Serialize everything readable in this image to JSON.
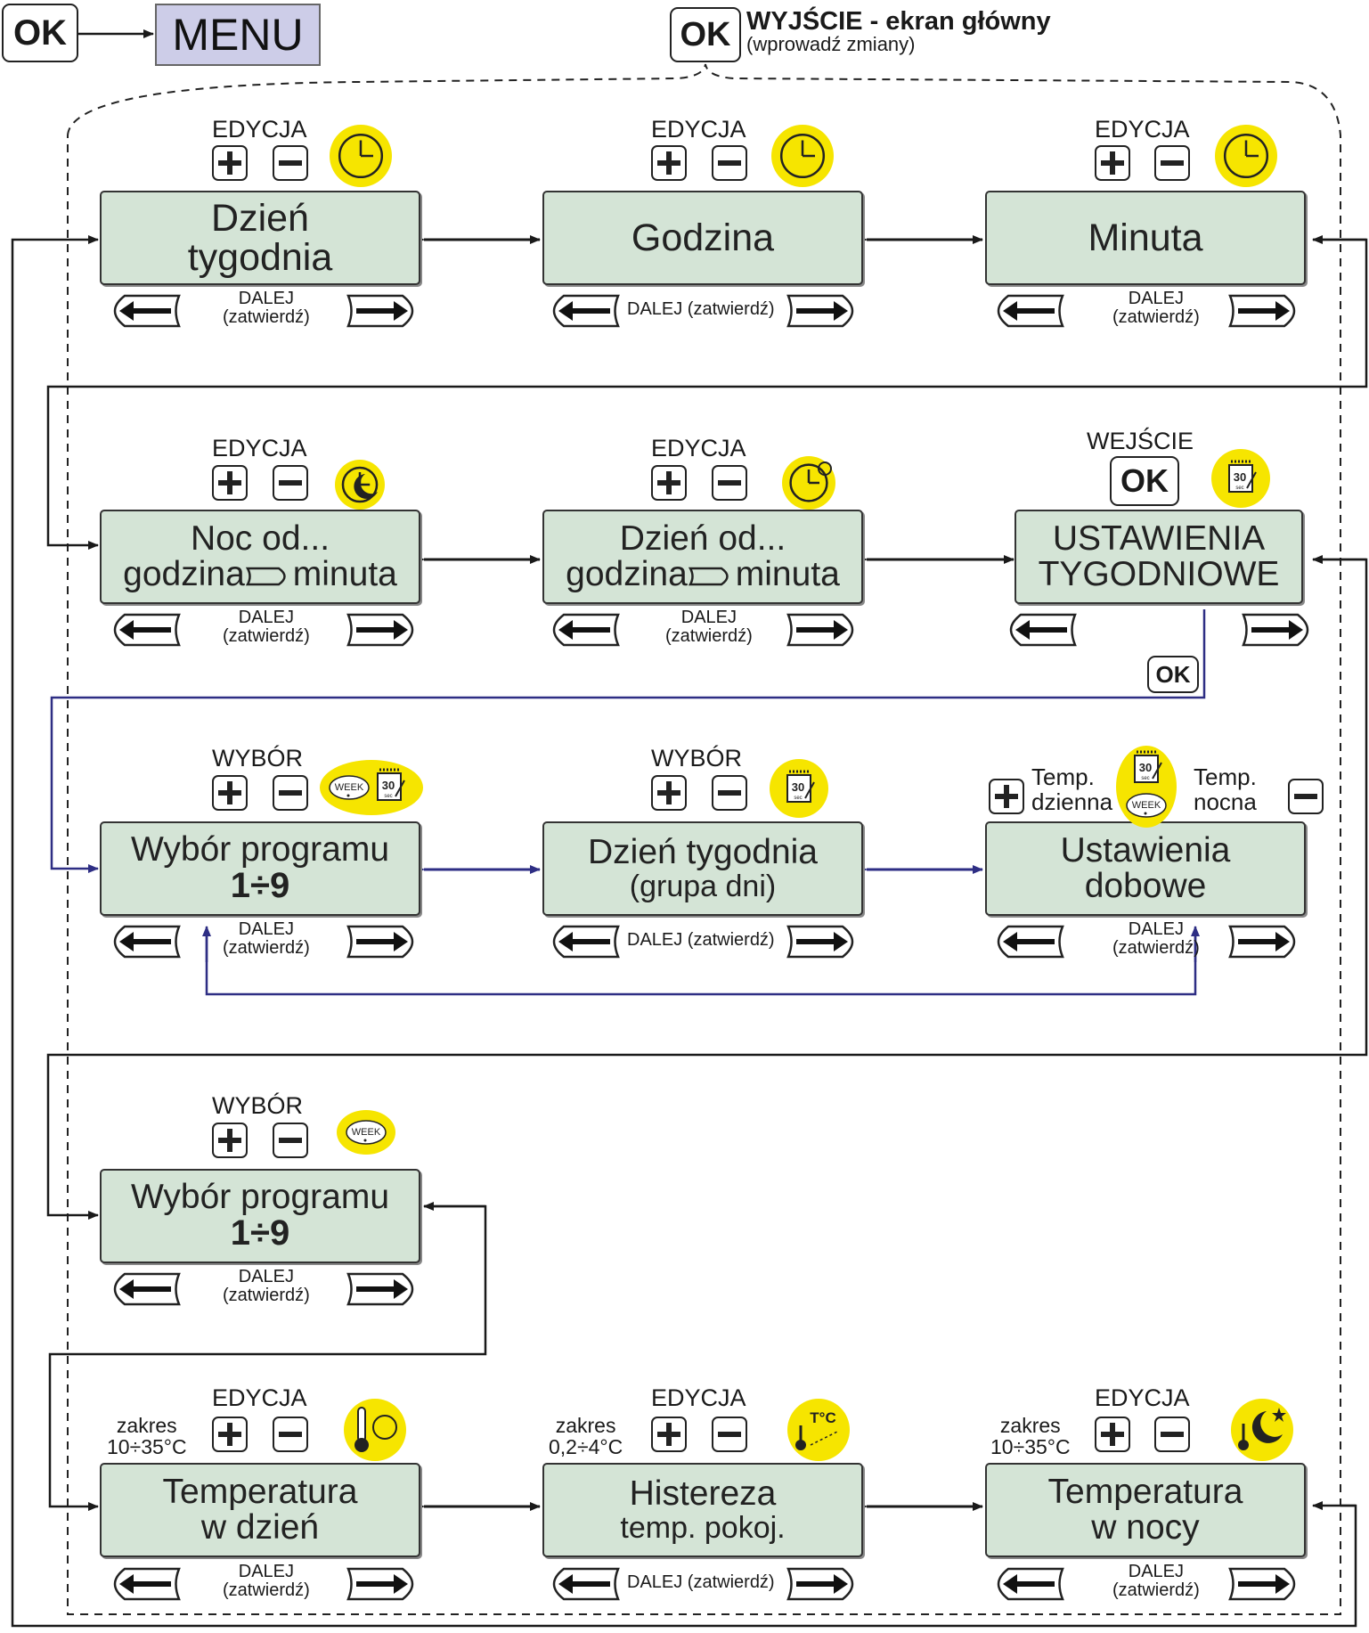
{
  "header": {
    "ok_label": "OK",
    "menu_label": "MENU",
    "exit_title": "WYJŚCIE - ekran główny",
    "exit_sub": "(wprowadź zmiany)"
  },
  "common": {
    "edycja": "EDYCJA",
    "wybor": "WYBÓR",
    "wejscie": "WEJŚCIE",
    "dalej": "DALEJ",
    "zatwierdz": "(zatwierdź)",
    "dalej_inline": "DALEJ (zatwierdź)",
    "ok": "OK",
    "zakres": "zakres"
  },
  "panels": {
    "dzien_tygodnia": {
      "l1": "Dzień",
      "l2": "tygodnia"
    },
    "godzina": {
      "l1": "Godzina"
    },
    "minuta": {
      "l1": "Minuta"
    },
    "noc_od": {
      "l1": "Noc od...",
      "l2a": "godzina",
      "l2b": "minuta"
    },
    "dzien_od": {
      "l1": "Dzień od...",
      "l2a": "godzina",
      "l2b": "minuta"
    },
    "ustawienia_tyg": {
      "l1": "USTAWIENIA",
      "l2": "TYGODNIOWE"
    },
    "wybor_prog1": {
      "l1": "Wybór programu",
      "l2": "1÷9"
    },
    "dzien_tyg_grupa": {
      "l1": "Dzień tygodnia",
      "l2": "(grupa dni)"
    },
    "ustawienia_dob": {
      "l1": "Ustawienia",
      "l2": "dobowe"
    },
    "wybor_prog2": {
      "l1": "Wybór programu",
      "l2": "1÷9"
    },
    "temp_dzien": {
      "l1": "Temperatura",
      "l2": "w dzień"
    },
    "histereza": {
      "l1": "Histereza",
      "l2": "temp. pokoj."
    },
    "temp_noc": {
      "l1": "Temperatura",
      "l2": "w nocy"
    }
  },
  "temp_labels": {
    "day_a": "Temp.",
    "day_b": "dzienna",
    "night_a": "Temp.",
    "night_b": "nocna"
  },
  "ranges": {
    "day": "10÷35°C",
    "hyst": "0,2÷4°C",
    "night": "10÷35°C"
  },
  "icons": {
    "week": "WEEK",
    "cal_num": "30",
    "cal_unit": "sec",
    "tc": "T°C"
  },
  "colors": {
    "panel": "#d4e4d6",
    "menu": "#cdcde8",
    "icon_yellow": "#f6e500",
    "blue_line": "#2e2e84"
  }
}
